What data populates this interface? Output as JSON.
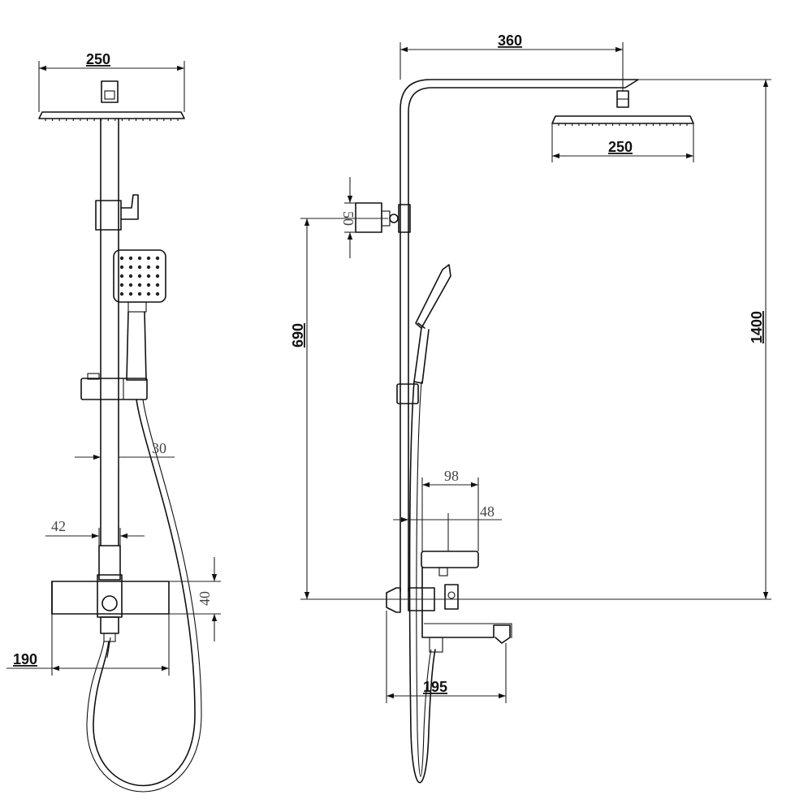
{
  "dimensions": {
    "front_head_width": "250",
    "side_arm_length": "360",
    "side_head_width": "250",
    "bracket_height": "50",
    "bracket_to_mixer": "690",
    "overall_height": "1400",
    "rail_diameter": "30",
    "tube_width": "42",
    "mixer_height": "40",
    "centre_distance": "190",
    "mixer_depth": "98",
    "handle_offset": "48",
    "spout_projection": "195"
  },
  "colors": {
    "line": "#111111",
    "light_dim": "#444444",
    "background": "#ffffff"
  }
}
